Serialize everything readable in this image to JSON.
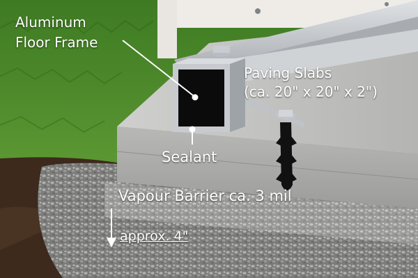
{
  "labels": {
    "frame_line1": "Aluminum",
    "frame_line2": "Floor Frame",
    "slabs_line1": "Paving Slabs",
    "slabs_line2": "(ca. 20\" x 20\" x 2\")",
    "sealant": "Sealant",
    "barrier": "Vapour Barrier ca. 3 mil",
    "depth": "approx. 4\""
  },
  "colors": {
    "grass": "#4f8a2c",
    "soil": "#3d2a1c",
    "gravel": "#8a8a88",
    "concrete": "#a8a8a6",
    "aluminum": "#c6c9cc",
    "label_text": "#ffffff"
  },
  "icons": {
    "frame_pointer": "leader-line-with-dot",
    "sealant_pointer": "leader-line-with-dot",
    "depth_arrow": "down-arrow-icon"
  }
}
